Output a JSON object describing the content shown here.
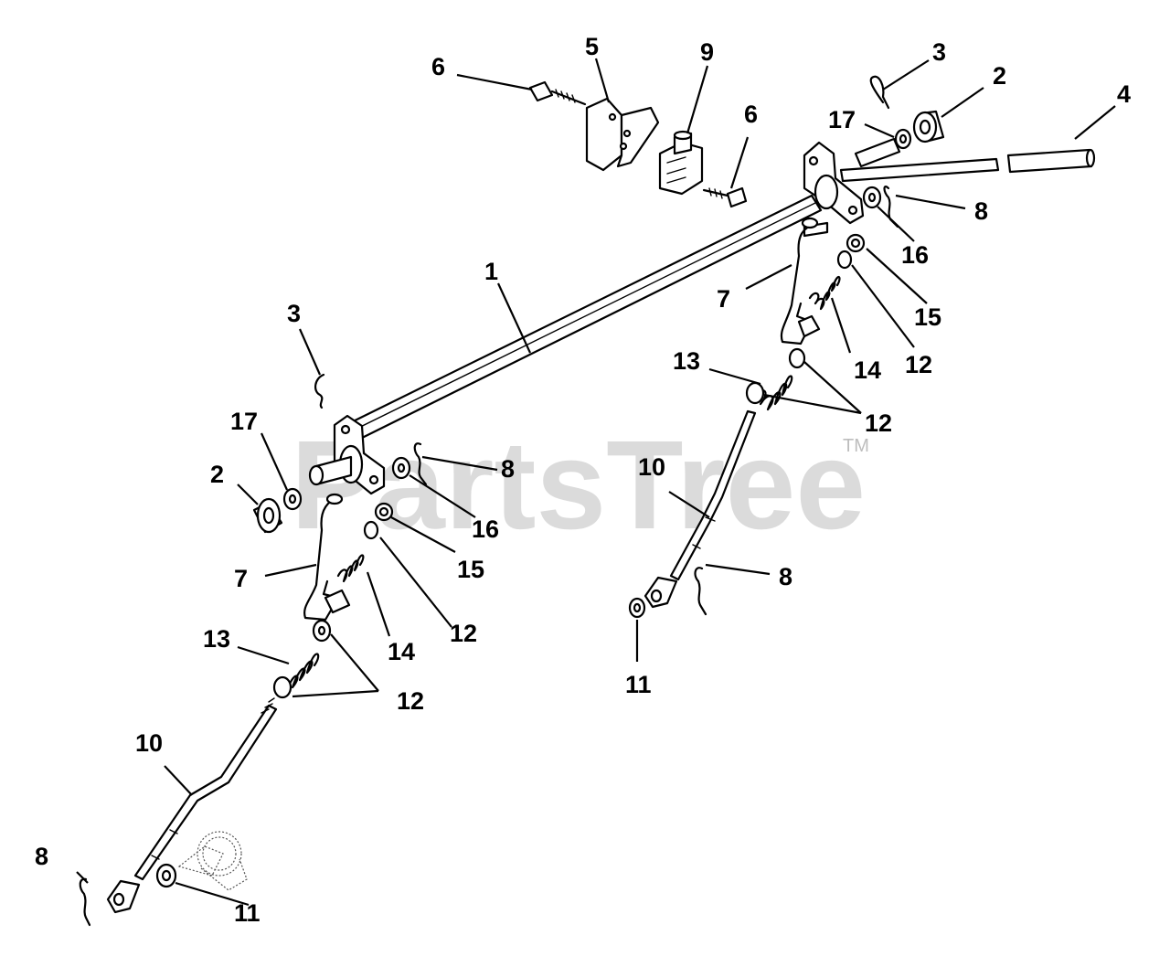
{
  "watermark": {
    "text": "PartsTree",
    "trademark": "TM"
  },
  "callouts": {
    "c1": "1",
    "c2a": "2",
    "c2b": "2",
    "c3a": "3",
    "c3b": "3",
    "c4": "4",
    "c5": "5",
    "c6a": "6",
    "c6b": "6",
    "c7a": "7",
    "c7b": "7",
    "c8a": "8",
    "c8b": "8",
    "c8c": "8",
    "c8d": "8",
    "c9": "9",
    "c10a": "10",
    "c10b": "10",
    "c11a": "11",
    "c11b": "11",
    "c12a": "12",
    "c12b": "12",
    "c12c": "12",
    "c12d": "12",
    "c13a": "13",
    "c13b": "13",
    "c14a": "14",
    "c14b": "14",
    "c15a": "15",
    "c15b": "15",
    "c16a": "16",
    "c16b": "16",
    "c17a": "17",
    "c17b": "17"
  }
}
